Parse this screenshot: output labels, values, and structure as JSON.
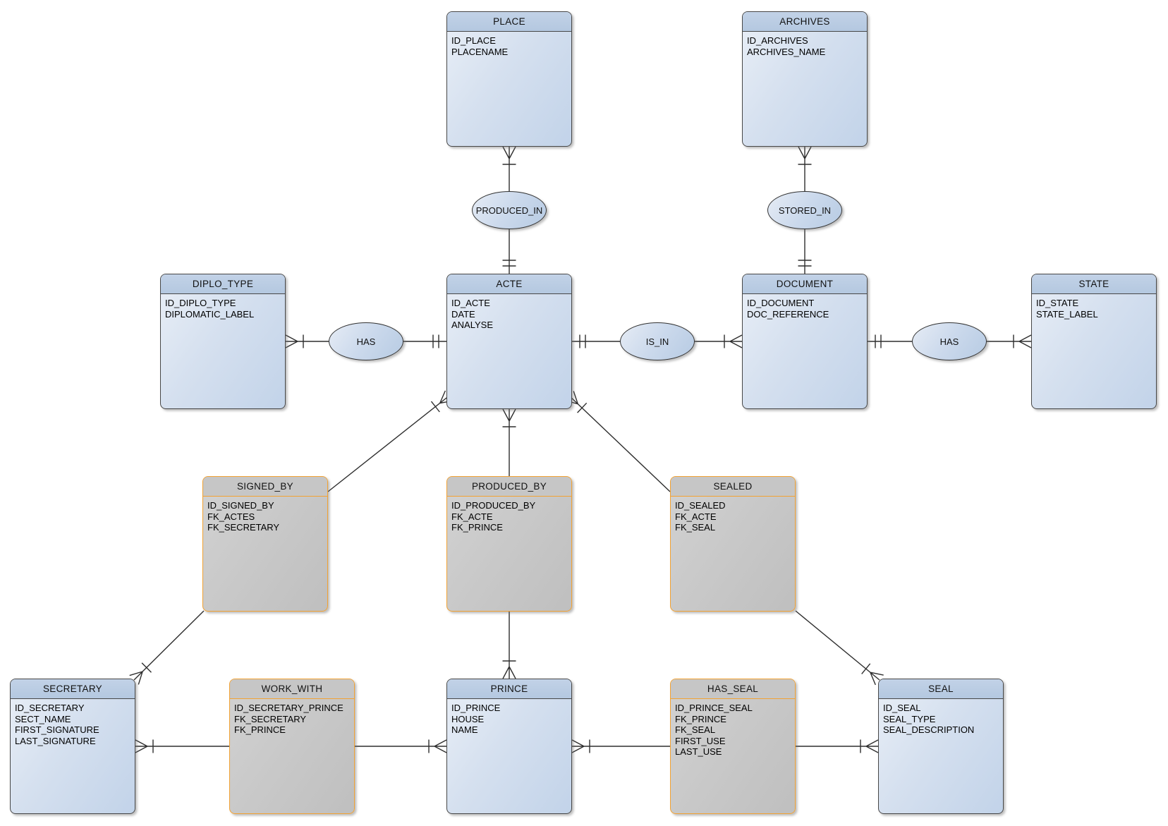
{
  "diagram": {
    "colors": {
      "entity_border": "#474747",
      "entity_header_fill": "#b7cbe2",
      "entity_body_fill": "#d5e0ef",
      "junction_border": "#f2a233",
      "junction_fill": "#c9c9c9",
      "connector_line": "#2e2e2e",
      "background": "#ffffff"
    },
    "entities": {
      "place": {
        "name": "PLACE",
        "kind": "entity",
        "attributes": [
          "ID_PLACE",
          "PLACENAME"
        ]
      },
      "archives": {
        "name": "ARCHIVES",
        "kind": "entity",
        "attributes": [
          "ID_ARCHIVES",
          "ARCHIVES_NAME"
        ]
      },
      "diplo_type": {
        "name": "DIPLO_TYPE",
        "kind": "entity",
        "attributes": [
          "ID_DIPLO_TYPE",
          "DIPLOMATIC_LABEL"
        ]
      },
      "acte": {
        "name": "ACTE",
        "kind": "entity",
        "attributes": [
          "ID_ACTE",
          "DATE",
          "ANALYSE"
        ]
      },
      "document": {
        "name": "DOCUMENT",
        "kind": "entity",
        "attributes": [
          "ID_DOCUMENT",
          "DOC_REFERENCE"
        ]
      },
      "state": {
        "name": "STATE",
        "kind": "entity",
        "attributes": [
          "ID_STATE",
          "STATE_LABEL"
        ]
      },
      "secretary": {
        "name": "SECRETARY",
        "kind": "entity",
        "attributes": [
          "ID_SECRETARY",
          "SECT_NAME",
          "FIRST_SIGNATURE",
          "LAST_SIGNATURE"
        ]
      },
      "prince": {
        "name": "PRINCE",
        "kind": "entity",
        "attributes": [
          "ID_PRINCE",
          "HOUSE",
          "NAME"
        ]
      },
      "seal": {
        "name": "SEAL",
        "kind": "entity",
        "attributes": [
          "ID_SEAL",
          "SEAL_TYPE",
          "SEAL_DESCRIPTION"
        ]
      },
      "signed_by": {
        "name": "SIGNED_BY",
        "kind": "associative",
        "attributes": [
          "ID_SIGNED_BY",
          "FK_ACTES",
          "FK_SECRETARY"
        ]
      },
      "produced_by": {
        "name": "PRODUCED_BY",
        "kind": "associative",
        "attributes": [
          "ID_PRODUCED_BY",
          "FK_ACTE",
          "FK_PRINCE"
        ]
      },
      "sealed": {
        "name": "SEALED",
        "kind": "associative",
        "attributes": [
          "ID_SEALED",
          "FK_ACTE",
          "FK_SEAL"
        ]
      },
      "work_with": {
        "name": "WORK_WITH",
        "kind": "associative",
        "attributes": [
          "ID_SECRETARY_PRINCE",
          "FK_SECRETARY",
          "FK_PRINCE"
        ]
      },
      "has_seal": {
        "name": "HAS_SEAL",
        "kind": "associative",
        "attributes": [
          "ID_PRINCE_SEAL",
          "FK_PRINCE",
          "FK_SEAL",
          "FIRST_USE",
          "LAST_USE"
        ]
      }
    },
    "relationships": {
      "produced_in": {
        "name": "PRODUCED_IN"
      },
      "stored_in": {
        "name": "STORED_IN"
      },
      "has_diplo": {
        "name": "HAS"
      },
      "is_in": {
        "name": "IS_IN"
      },
      "has_state": {
        "name": "HAS"
      }
    },
    "connections": [
      {
        "from": "place",
        "to": "produced_in",
        "marker": "crow-foot-bar"
      },
      {
        "from": "acte",
        "to": "produced_in",
        "marker": "double-bar"
      },
      {
        "from": "archives",
        "to": "stored_in",
        "marker": "crow-foot-bar"
      },
      {
        "from": "document",
        "to": "stored_in",
        "marker": "double-bar"
      },
      {
        "from": "diplo_type",
        "to": "has_diplo",
        "marker": "crow-foot-bar"
      },
      {
        "from": "acte",
        "to": "has_diplo",
        "marker": "double-bar"
      },
      {
        "from": "acte",
        "to": "is_in",
        "marker": "double-bar"
      },
      {
        "from": "document",
        "to": "is_in",
        "marker": "crow-foot-bar"
      },
      {
        "from": "document",
        "to": "has_state",
        "marker": "double-bar"
      },
      {
        "from": "state",
        "to": "has_state",
        "marker": "crow-foot-bar"
      },
      {
        "from": "acte",
        "to": "signed_by",
        "marker": "crow-foot-bar"
      },
      {
        "from": "acte",
        "to": "produced_by",
        "marker": "crow-foot-bar"
      },
      {
        "from": "acte",
        "to": "sealed",
        "marker": "crow-foot-bar"
      },
      {
        "from": "secretary",
        "to": "signed_by",
        "marker": "crow-foot-bar"
      },
      {
        "from": "prince",
        "to": "produced_by",
        "marker": "crow-foot-bar"
      },
      {
        "from": "seal",
        "to": "sealed",
        "marker": "crow-foot-bar"
      },
      {
        "from": "secretary",
        "to": "work_with",
        "marker": "crow-foot-bar"
      },
      {
        "from": "prince",
        "to": "work_with",
        "marker": "crow-foot-bar"
      },
      {
        "from": "prince",
        "to": "has_seal",
        "marker": "crow-foot-bar"
      },
      {
        "from": "seal",
        "to": "has_seal",
        "marker": "crow-foot-bar"
      }
    ]
  }
}
